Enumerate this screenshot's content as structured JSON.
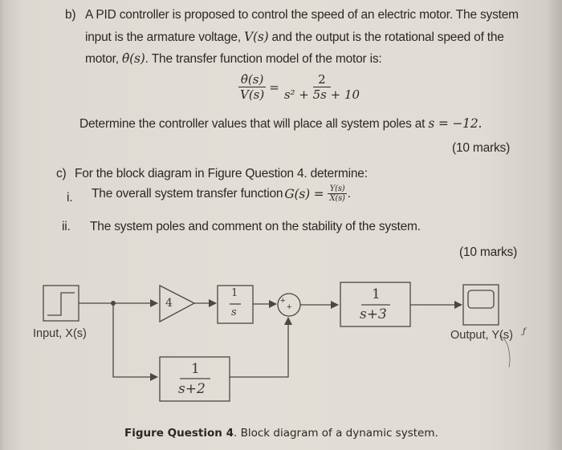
{
  "part_b": {
    "label": "b)",
    "line1": "A PID controller is proposed to control the speed of an electric motor. The system",
    "line2_pre": "input is the armature voltage, ",
    "line2_var": "V(s)",
    "line2_post": " and the output is the rotational speed of the",
    "line3_pre": "motor, ",
    "line3_var": "θ̇(s)",
    "line3_post": ". The transfer function model of the motor is:",
    "tf_lhs_num": "θ̇(s)",
    "tf_lhs_den": "V(s)",
    "tf_eq": "=",
    "tf_rhs_num": "2",
    "tf_rhs_den": "s² + 5s + 10",
    "task_pre": "Determine the controller values that will place all system poles at ",
    "task_math": "s  =  −12.",
    "marks": "(10 marks)"
  },
  "part_c": {
    "label": "c)",
    "intro": "For the block diagram in Figure Question 4. determine:",
    "item_i_num": "i.",
    "item_i_pre": "The overall system transfer function ",
    "item_i_math": "G(s) =",
    "item_i_num_frac": "Y(s)",
    "item_i_den_frac": "X(s)",
    "item_i_end": ".",
    "item_ii_num": "ii.",
    "item_ii_text": "The system poles and comment on the stability of the system.",
    "marks": "(10 marks)"
  },
  "diagram": {
    "input_label": "Input, X(s)",
    "output_label": "Output, Y(s)",
    "gain_value": "4",
    "integrator_num": "1",
    "integrator_den": "s",
    "sum_signs": [
      "+",
      "+"
    ],
    "block_upper_num": "1",
    "block_upper_den": "s+3",
    "block_lower_num": "1",
    "block_lower_den": "s+2",
    "line_color": "#4a4744"
  },
  "caption": {
    "bold": "Figure Question 4",
    "rest": ". Block diagram of a dynamic system."
  }
}
